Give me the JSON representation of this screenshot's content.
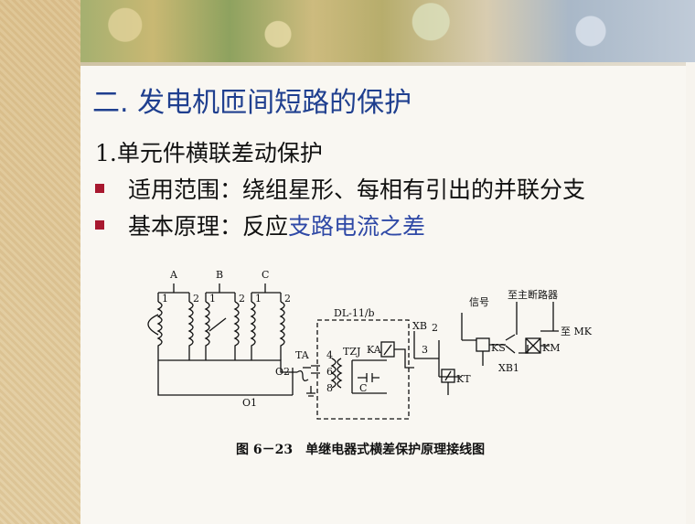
{
  "slide": {
    "title": "二. 发电机匝间短路的保护",
    "subheading": "1.单元件横联差动保护",
    "bullets": [
      {
        "lead": "适用范围：绕组星形、每相有引出的并联分支",
        "highlight": ""
      },
      {
        "lead": "基本原理：反应",
        "highlight": "支路电流之差"
      }
    ],
    "colors": {
      "title": "#1f3f8f",
      "bullet": "#a8182f",
      "highlight": "#2f49a6"
    }
  },
  "diagram": {
    "phase_labels": [
      "A",
      "B",
      "C"
    ],
    "winding_numbers": [
      "1",
      "2",
      "1",
      "2",
      "1",
      "2"
    ],
    "device_labels": {
      "relay": "DL-11/b",
      "ta": "TA",
      "tzj": "TZJ",
      "ka": "KA",
      "o2": "O2",
      "o1": "O1",
      "c": "C",
      "xb": "XB",
      "xb1": "XB1",
      "ks": "KS",
      "km": "KM",
      "kt": "KT",
      "signal": "信号",
      "breaker": "至主断路器",
      "mk": "至 MK",
      "t4": "4",
      "t6": "6",
      "t8": "8",
      "t2": "2",
      "t3": "3"
    },
    "caption": "图 6－23　单继电器式横差保护原理接线图"
  }
}
